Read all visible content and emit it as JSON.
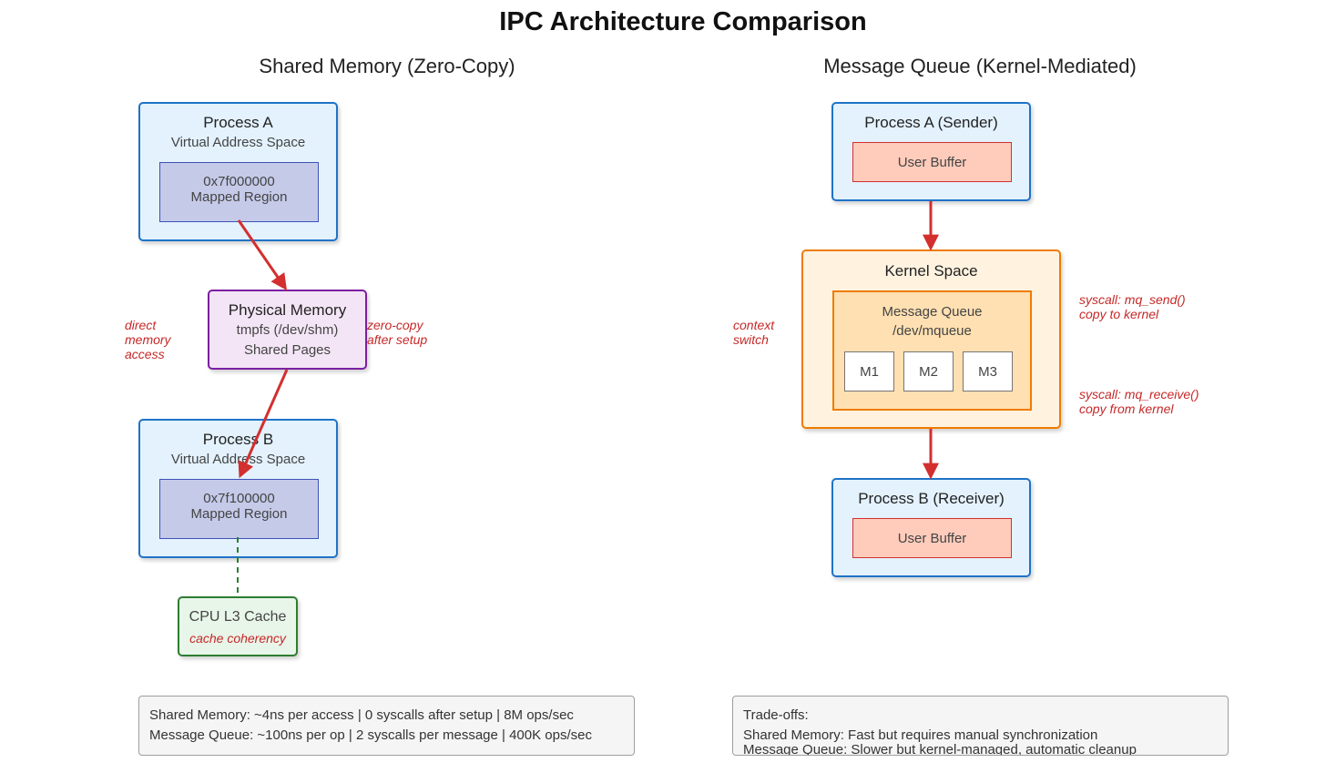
{
  "title": "IPC Architecture Comparison",
  "left": {
    "heading": "Shared Memory (Zero-Copy)",
    "process_a": {
      "title": "Process A",
      "subtitle": "Virtual Address Space",
      "region_addr": "0x7f000000",
      "region_label": "Mapped Region"
    },
    "physical": {
      "title": "Physical Memory",
      "line1": "tmpfs (/dev/shm)",
      "line2": "Shared Pages"
    },
    "process_b": {
      "title": "Process B",
      "subtitle": "Virtual Address Space",
      "region_addr": "0x7f100000",
      "region_label": "Mapped Region"
    },
    "cache": {
      "title": "CPU L3 Cache",
      "subtitle": "cache coherency"
    },
    "note_direct": "direct\nmemory\naccess",
    "note_zero_copy": "zero-copy\nafter setup"
  },
  "right": {
    "heading": "Message Queue (Kernel-Mediated)",
    "sender": {
      "title": "Process A (Sender)",
      "buffer": "User Buffer"
    },
    "kernel": {
      "title": "Kernel Space",
      "queue_line1": "Message Queue",
      "queue_line2": "/dev/mqueue",
      "messages": [
        "M1",
        "M2",
        "M3"
      ]
    },
    "receiver": {
      "title": "Process B (Receiver)",
      "buffer": "User Buffer"
    },
    "note_context": "context\nswitch",
    "note_send": "syscall: mq_send()\ncopy to kernel",
    "note_receive": "syscall: mq_receive()\ncopy from kernel"
  },
  "stats": {
    "line1": "Shared Memory: ~4ns per access | 0 syscalls after setup | 8M ops/sec",
    "line2": "Message Queue: ~100ns per op | 2 syscalls per message | 400K ops/sec"
  },
  "tradeoffs": {
    "heading": "Trade-offs:",
    "line1": "Shared Memory: Fast but requires manual synchronization",
    "line2": "Message Queue: Slower but kernel-managed, automatic cleanup"
  },
  "colors": {
    "arrow": "#d32f2f",
    "dashed_link": "#2e7d32",
    "process_fill": "#e3f2fd",
    "kernel_border": "#ef7c00"
  }
}
